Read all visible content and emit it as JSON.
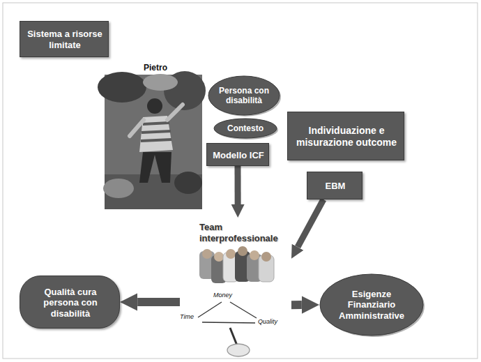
{
  "diagram": {
    "nodes": [
      {
        "text": [
          "Sistema a risorse limitate"
        ]
      },
      {
        "text": [
          "Persona con disabilità"
        ]
      },
      {
        "text": [
          "Contesto"
        ]
      },
      {
        "text": [
          "Individuazione e misurazione outcome"
        ]
      },
      {
        "text": [
          "Modello ICF"
        ]
      },
      {
        "text": [
          "EBM"
        ]
      },
      {
        "text": [
          "Team interprofessionale"
        ]
      },
      {
        "text": [
          "Qualità cura persona con disabilità"
        ]
      },
      {
        "text": [
          "Esigenze Finanziario Amministrative"
        ]
      }
    ],
    "edges": [
      {
        "from": 4,
        "to": 6,
        "arrow": "to"
      },
      {
        "from": 5,
        "to": 6,
        "arrow": "to"
      },
      {
        "from": 6,
        "to": 7,
        "arrow": "to"
      },
      {
        "from": 6,
        "to": 8,
        "arrow": "to"
      }
    ],
    "labels": [
      "Pietro",
      "Money",
      "Time",
      "Quality"
    ]
  }
}
